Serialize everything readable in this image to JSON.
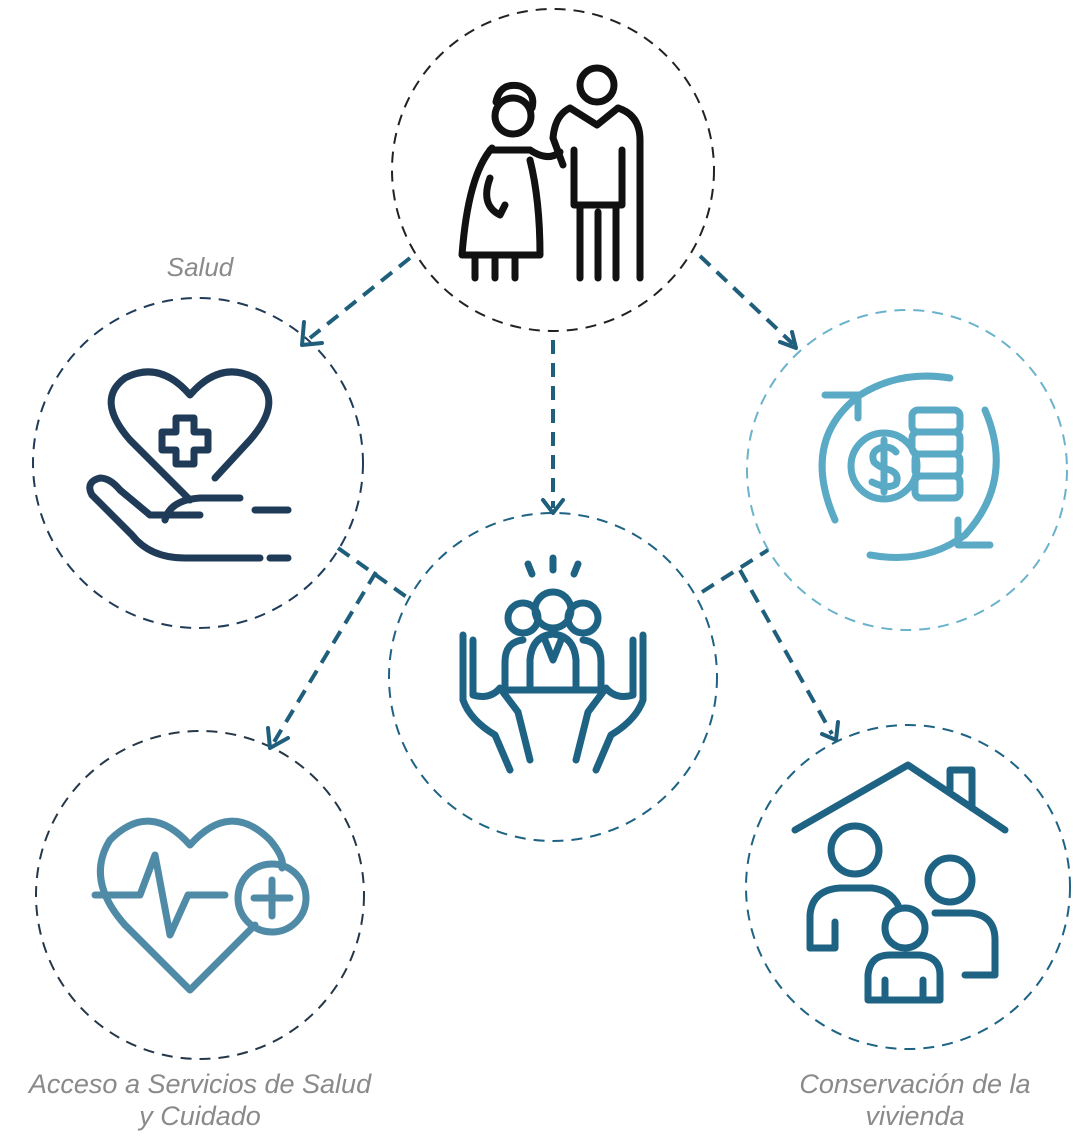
{
  "labels": {
    "salud": "Salud",
    "acceso_line1": "Acceso a Servicios de Salud",
    "acceso_line2": "y Cuidado",
    "conservacion_line1": "Conservación de la",
    "conservacion_line2": "vivienda"
  },
  "nodes": [
    {
      "name": "elderly-couple-node",
      "icon": "elderly-couple-icon",
      "color": "#111111"
    },
    {
      "name": "health-care-node",
      "icon": "heart-hand-icon",
      "color": "#1f3b57"
    },
    {
      "name": "community-care-node",
      "icon": "hands-group-icon",
      "color": "#1e6384"
    },
    {
      "name": "finances-node",
      "icon": "coins-cycle-icon",
      "color": "#5aaac6"
    },
    {
      "name": "health-services-node",
      "icon": "heart-pulse-plus-icon",
      "color": "#4f8aa6"
    },
    {
      "name": "housing-node",
      "icon": "house-family-icon",
      "color": "#1e6384"
    }
  ],
  "colors": {
    "arrow": "#1f5f7c",
    "outline_dark": "#222222",
    "outline_blue": "#2a6a89",
    "outline_light": "#6bb2cc"
  }
}
